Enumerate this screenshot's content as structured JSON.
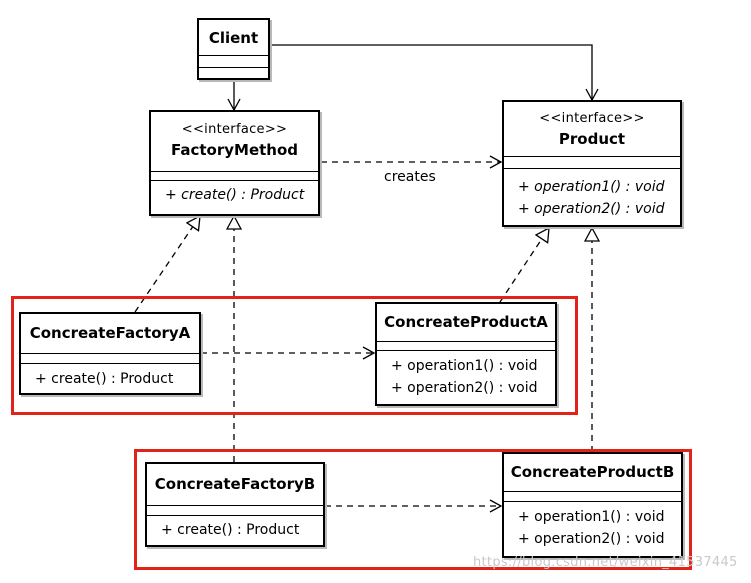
{
  "classes": {
    "client": {
      "name": "Client"
    },
    "factory_method": {
      "stereotype": "<<interface>>",
      "name": "FactoryMethod",
      "ops": [
        "+ create() : Product"
      ]
    },
    "product": {
      "stereotype": "<<interface>>",
      "name": "Product",
      "ops": [
        "+ operation1() : void",
        "+ operation2() : void"
      ]
    },
    "factory_a": {
      "name": "ConcreateFactoryA",
      "ops": [
        "+ create() : Product"
      ]
    },
    "product_a": {
      "name": "ConcreateProductA",
      "ops": [
        "+ operation1() : void",
        "+ operation2() : void"
      ]
    },
    "factory_b": {
      "name": "ConcreateFactoryB",
      "ops": [
        "+ create() : Product"
      ]
    },
    "product_b": {
      "name": "ConcreateProductB",
      "ops": [
        "+ operation1() : void",
        "+ operation2() : void"
      ]
    }
  },
  "labels": {
    "creates": "creates"
  },
  "watermark": "https://blog.csdn.net/weixin_41537445",
  "colors": {
    "highlight": "#e2231a",
    "line": "#000000"
  }
}
